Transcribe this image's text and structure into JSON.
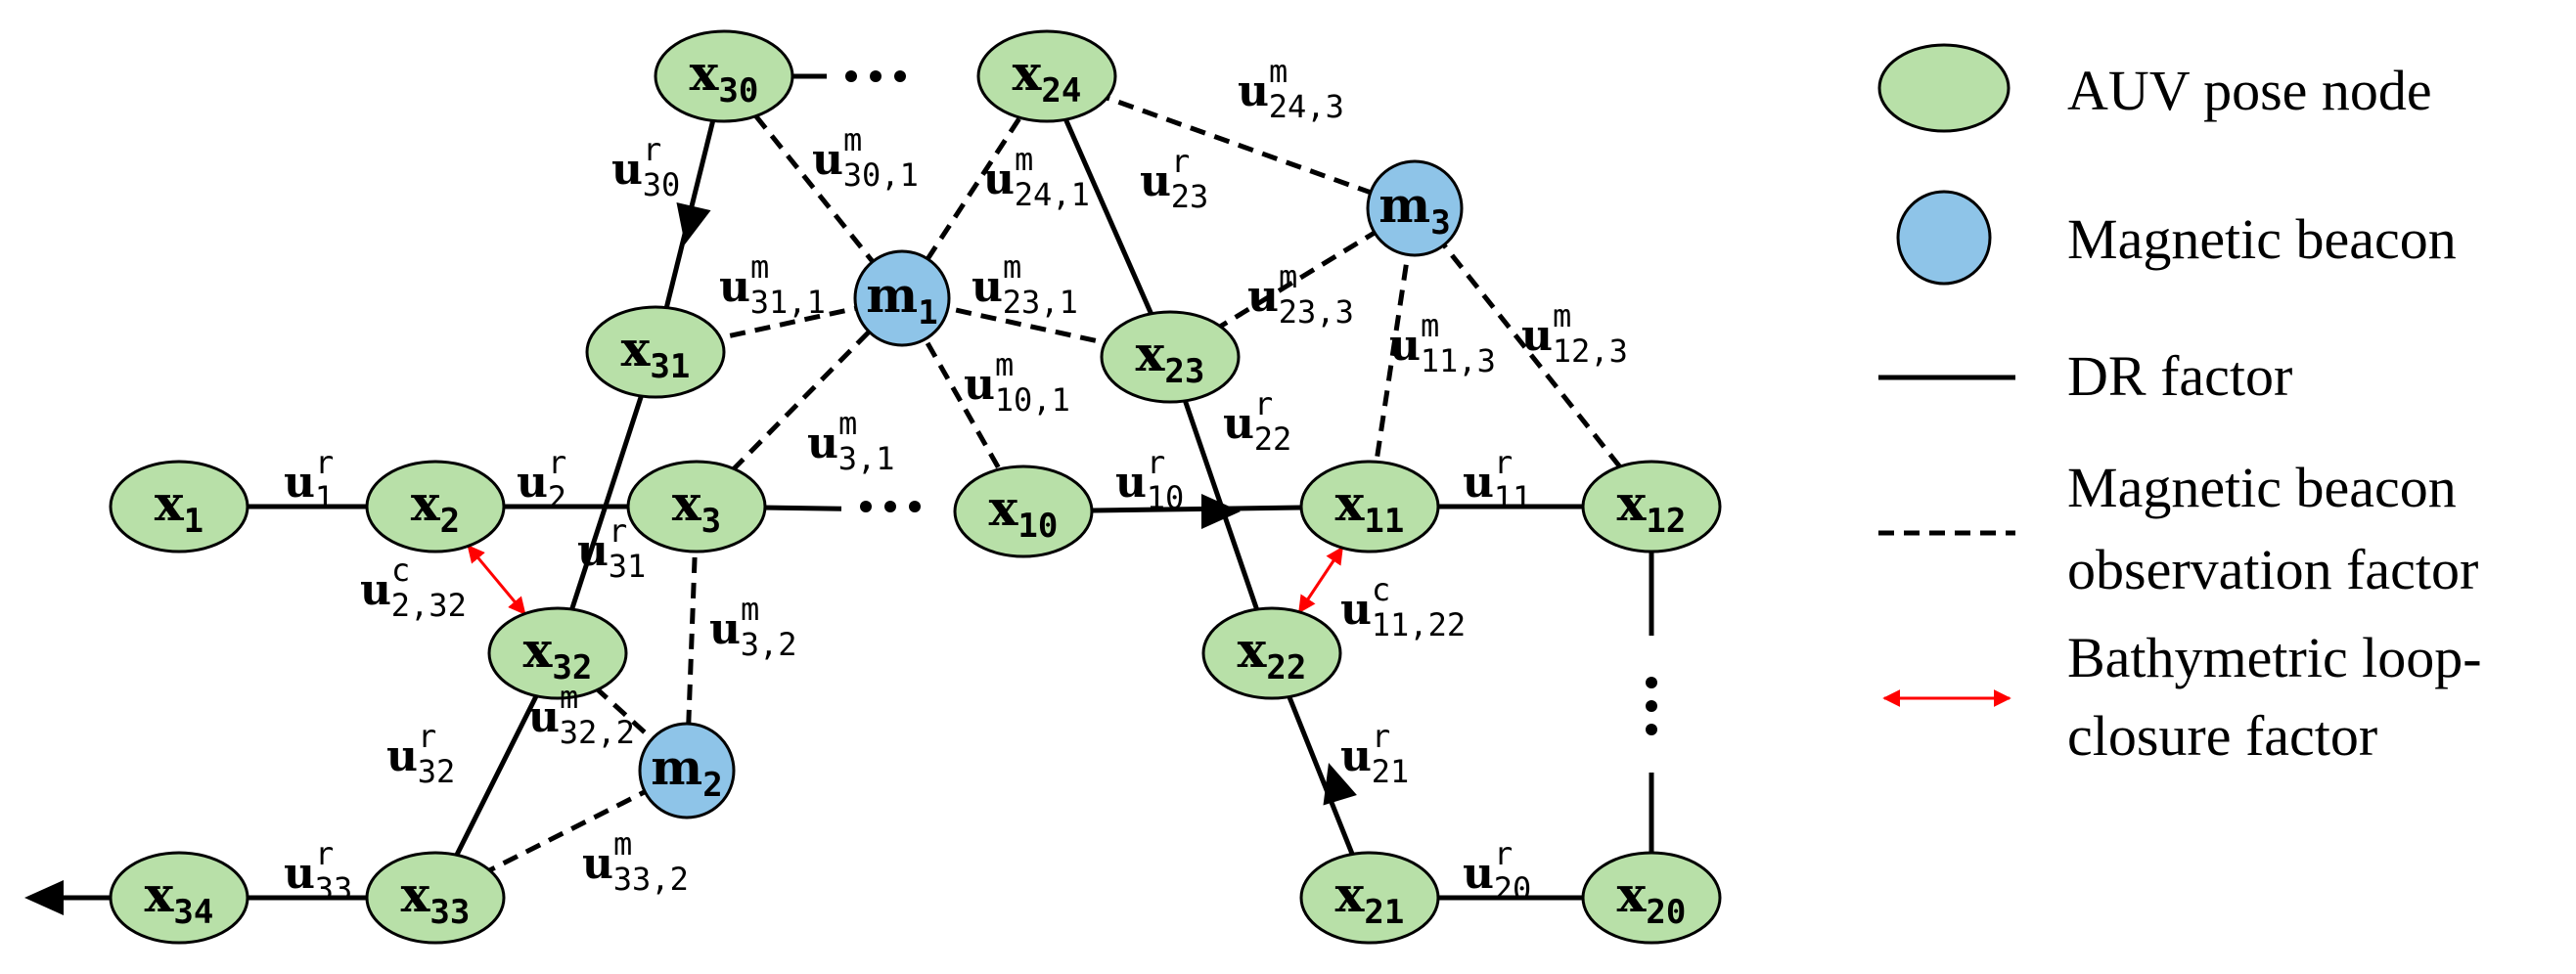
{
  "nodes": [
    {
      "id": "x1",
      "base": "x",
      "sub": "1",
      "type": "pose"
    },
    {
      "id": "x2",
      "base": "x",
      "sub": "2",
      "type": "pose"
    },
    {
      "id": "x3",
      "base": "x",
      "sub": "3",
      "type": "pose"
    },
    {
      "id": "x10",
      "base": "x",
      "sub": "10",
      "type": "pose"
    },
    {
      "id": "x11",
      "base": "x",
      "sub": "11",
      "type": "pose"
    },
    {
      "id": "x12",
      "base": "x",
      "sub": "12",
      "type": "pose"
    },
    {
      "id": "x20",
      "base": "x",
      "sub": "20",
      "type": "pose"
    },
    {
      "id": "x21",
      "base": "x",
      "sub": "21",
      "type": "pose"
    },
    {
      "id": "x22",
      "base": "x",
      "sub": "22",
      "type": "pose"
    },
    {
      "id": "x23",
      "base": "x",
      "sub": "23",
      "type": "pose"
    },
    {
      "id": "x24",
      "base": "x",
      "sub": "24",
      "type": "pose"
    },
    {
      "id": "x30",
      "base": "x",
      "sub": "30",
      "type": "pose"
    },
    {
      "id": "x31",
      "base": "x",
      "sub": "31",
      "type": "pose"
    },
    {
      "id": "x32",
      "base": "x",
      "sub": "32",
      "type": "pose"
    },
    {
      "id": "x33",
      "base": "x",
      "sub": "33",
      "type": "pose"
    },
    {
      "id": "x34",
      "base": "x",
      "sub": "34",
      "type": "pose"
    },
    {
      "id": "m1",
      "base": "m",
      "sub": "1",
      "type": "beacon"
    },
    {
      "id": "m2",
      "base": "m",
      "sub": "2",
      "type": "beacon"
    },
    {
      "id": "m3",
      "base": "m",
      "sub": "3",
      "type": "beacon"
    }
  ],
  "edges": [
    {
      "from": "x1",
      "to": "x2",
      "type": "dr"
    },
    {
      "from": "x2",
      "to": "x3",
      "type": "dr"
    },
    {
      "from": "x10",
      "to": "x11",
      "type": "dr"
    },
    {
      "from": "x11",
      "to": "x12",
      "type": "dr"
    },
    {
      "from": "x21",
      "to": "x20",
      "type": "dr"
    },
    {
      "from": "x30",
      "to": "x31",
      "type": "dr"
    },
    {
      "from": "x31",
      "to": "x32",
      "type": "dr"
    },
    {
      "from": "x32",
      "to": "x33",
      "type": "dr"
    },
    {
      "from": "x33",
      "to": "x34",
      "type": "dr"
    },
    {
      "from": "x24",
      "to": "x23",
      "type": "dr"
    },
    {
      "from": "x23",
      "to": "x22",
      "type": "dr"
    },
    {
      "from": "x22",
      "to": "x21",
      "type": "dr"
    },
    {
      "from": "x12",
      "to": "x20",
      "type": "dr"
    },
    {
      "from": "x3",
      "to": "x10",
      "type": "dr"
    },
    {
      "from": "x30",
      "to": "x24",
      "type": "dr"
    },
    {
      "from": "x30",
      "to": "m1",
      "type": "obs"
    },
    {
      "from": "x24",
      "to": "m1",
      "type": "obs"
    },
    {
      "from": "x31",
      "to": "m1",
      "type": "obs"
    },
    {
      "from": "x23",
      "to": "m1",
      "type": "obs"
    },
    {
      "from": "x3",
      "to": "m1",
      "type": "obs"
    },
    {
      "from": "x10",
      "to": "m1",
      "type": "obs"
    },
    {
      "from": "x24",
      "to": "m3",
      "type": "obs"
    },
    {
      "from": "x23",
      "to": "m3",
      "type": "obs"
    },
    {
      "from": "x11",
      "to": "m3",
      "type": "obs"
    },
    {
      "from": "x12",
      "to": "m3",
      "type": "obs"
    },
    {
      "from": "x3",
      "to": "m2",
      "type": "obs"
    },
    {
      "from": "x32",
      "to": "m2",
      "type": "obs"
    },
    {
      "from": "x33",
      "to": "m2",
      "type": "obs"
    },
    {
      "from": "x2",
      "to": "x32",
      "type": "loop"
    },
    {
      "from": "x11",
      "to": "x22",
      "type": "loop"
    }
  ],
  "factor_labels": [
    {
      "id": "u1r",
      "base": "u",
      "sup": "r",
      "sub": "1"
    },
    {
      "id": "u2r",
      "base": "u",
      "sup": "r",
      "sub": "2"
    },
    {
      "id": "u10r",
      "base": "u",
      "sup": "r",
      "sub": "10"
    },
    {
      "id": "u11r",
      "base": "u",
      "sup": "r",
      "sub": "11"
    },
    {
      "id": "u20r",
      "base": "u",
      "sup": "r",
      "sub": "20"
    },
    {
      "id": "u21r",
      "base": "u",
      "sup": "r",
      "sub": "21"
    },
    {
      "id": "u22r",
      "base": "u",
      "sup": "r",
      "sub": "22"
    },
    {
      "id": "u23r",
      "base": "u",
      "sup": "r",
      "sub": "23"
    },
    {
      "id": "u30r",
      "base": "u",
      "sup": "r",
      "sub": "30"
    },
    {
      "id": "u31r",
      "base": "u",
      "sup": "r",
      "sub": "31"
    },
    {
      "id": "u32r",
      "base": "u",
      "sup": "r",
      "sub": "32"
    },
    {
      "id": "u33r",
      "base": "u",
      "sup": "r",
      "sub": "33"
    },
    {
      "id": "u301m",
      "base": "u",
      "sup": "m",
      "sub": "30,1"
    },
    {
      "id": "u241m",
      "base": "u",
      "sup": "m",
      "sub": "24,1"
    },
    {
      "id": "u243m",
      "base": "u",
      "sup": "m",
      "sub": "24,3"
    },
    {
      "id": "u311m",
      "base": "u",
      "sup": "m",
      "sub": "31,1"
    },
    {
      "id": "u231m",
      "base": "u",
      "sup": "m",
      "sub": "23,1"
    },
    {
      "id": "u233m",
      "base": "u",
      "sup": "m",
      "sub": "23,3"
    },
    {
      "id": "u101m",
      "base": "u",
      "sup": "m",
      "sub": "10,1"
    },
    {
      "id": "u31m",
      "base": "u",
      "sup": "m",
      "sub": "3,1"
    },
    {
      "id": "u113m",
      "base": "u",
      "sup": "m",
      "sub": "11,3"
    },
    {
      "id": "u123m",
      "base": "u",
      "sup": "m",
      "sub": "12,3"
    },
    {
      "id": "u32m",
      "base": "u",
      "sup": "m",
      "sub": "3,2"
    },
    {
      "id": "u322m",
      "base": "u",
      "sup": "m",
      "sub": "32,2"
    },
    {
      "id": "u332m",
      "base": "u",
      "sup": "m",
      "sub": "33,2"
    },
    {
      "id": "u232c",
      "base": "u",
      "sup": "c",
      "sub": "2,32"
    },
    {
      "id": "u1122c",
      "base": "u",
      "sup": "c",
      "sub": "11,22"
    }
  ],
  "legend": {
    "pose": "AUV pose node",
    "beacon": "Magnetic beacon",
    "dr": "DR factor",
    "obs_line1": "Magnetic beacon",
    "obs_line2": "observation factor",
    "loop_line1": "Bathymetric loop-",
    "loop_line2": "closure factor"
  },
  "colors": {
    "pose_fill": "#b8e0a8",
    "beacon_fill": "#8ec4e8",
    "stroke": "#000000",
    "loop": "#ff0000"
  }
}
